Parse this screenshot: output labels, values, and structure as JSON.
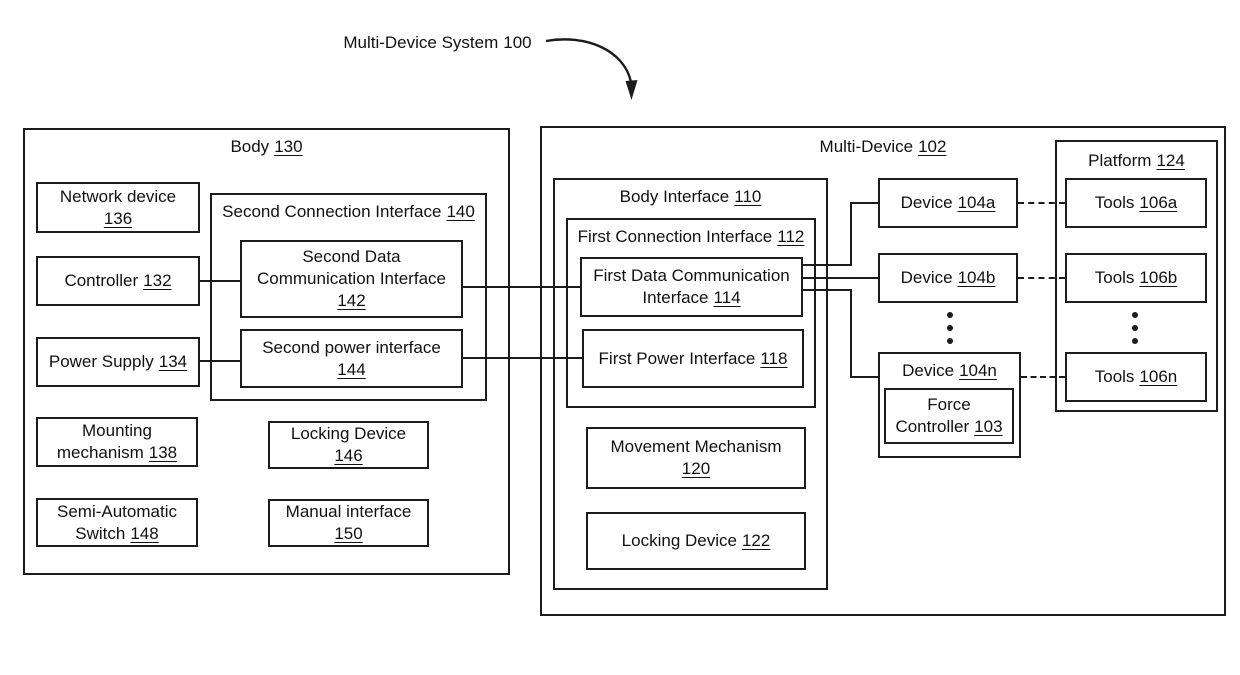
{
  "title": {
    "label": "Multi-Device System",
    "num": "100"
  },
  "colors": {
    "line": "#1c1c1c",
    "background": "#ffffff",
    "text": "#111111"
  },
  "body": {
    "label": "Body",
    "num": "130",
    "network_device": {
      "label": "Network device",
      "num": "136"
    },
    "controller": {
      "label": "Controller",
      "num": "132"
    },
    "power_supply": {
      "label": "Power Supply",
      "num": "134"
    },
    "second_connection_interface": {
      "label": "Second Connection Interface",
      "num": "140"
    },
    "second_data_comm_interface": {
      "line1": "Second Data",
      "line2": "Communication Interface",
      "num": "142"
    },
    "second_power_interface": {
      "label": "Second power interface",
      "num": "144"
    },
    "mounting_mechanism": {
      "line1": "Mounting",
      "line2": "mechanism",
      "num": "138"
    },
    "locking_device": {
      "label": "Locking Device",
      "num": "146"
    },
    "semi_automatic_switch": {
      "line1": "Semi-Automatic",
      "line2": "Switch",
      "num": "148"
    },
    "manual_interface": {
      "label": "Manual interface",
      "num": "150"
    }
  },
  "multi_device": {
    "label": "Multi-Device",
    "num": "102",
    "body_interface": {
      "label": "Body Interface",
      "num": "110",
      "first_connection_interface": {
        "label": "First Connection Interface",
        "num": "112",
        "first_data_comm_interface": {
          "line1": "First Data Communication",
          "line2": "Interface",
          "num": "114"
        },
        "first_power_interface": {
          "label": "First Power Interface",
          "num": "118"
        }
      },
      "movement_mechanism": {
        "label": "Movement Mechanism",
        "num": "120"
      },
      "locking_device": {
        "label": "Locking Device",
        "num": "122"
      }
    },
    "devices": [
      {
        "label": "Device",
        "num": "104a"
      },
      {
        "label": "Device",
        "num": "104b"
      },
      {
        "label": "Device",
        "num": "104n"
      }
    ],
    "force_controller": {
      "line1": "Force",
      "line2": "Controller",
      "num": "103"
    },
    "platform": {
      "label": "Platform",
      "num": "124",
      "tools": [
        {
          "label": "Tools",
          "num": "106a"
        },
        {
          "label": "Tools",
          "num": "106b"
        },
        {
          "label": "Tools",
          "num": "106n"
        }
      ]
    }
  }
}
